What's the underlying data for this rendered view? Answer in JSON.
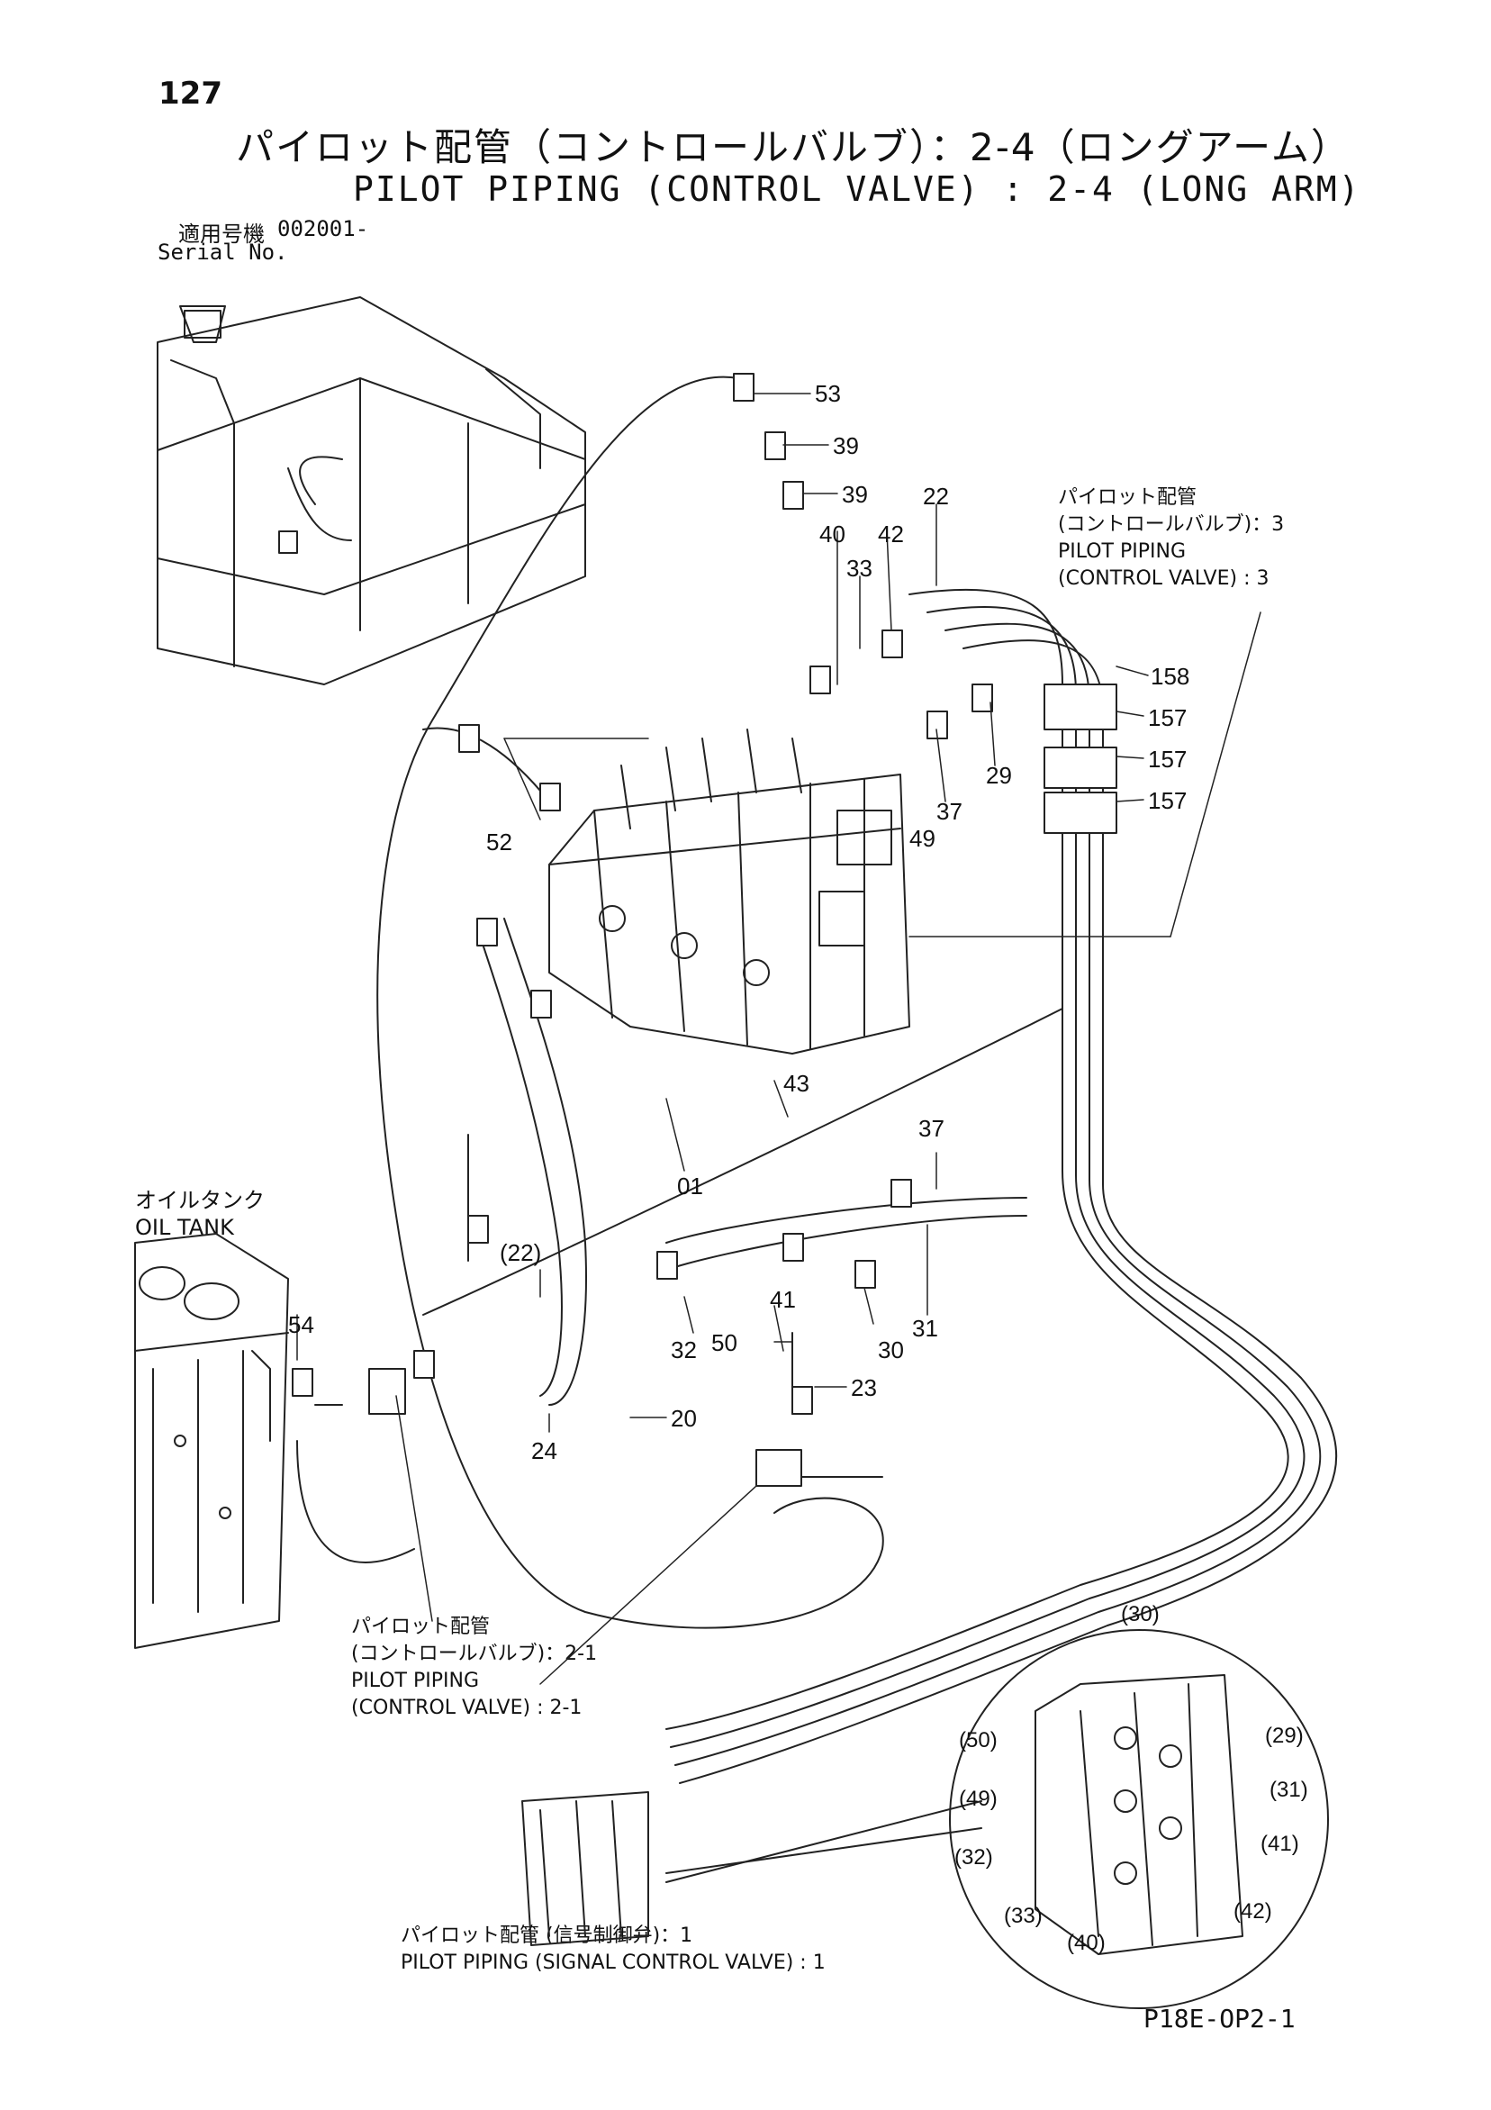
{
  "header": {
    "page_number": "127",
    "title_jp": "パイロット配管（コントロールバルブ）：2-4（ロングアーム）",
    "title_en": "PILOT PIPING (CONTROL VALVE) : 2-4 (LONG ARM)",
    "serial_label_jp": "適用号機",
    "serial_value": "002001-",
    "serial_label_en": "Serial No."
  },
  "notes": {
    "ref_control_valve_3": {
      "jp": "パイロット配管",
      "jp2": "(コントロールバルブ)：3",
      "en": "PILOT PIPING",
      "en2": "(CONTROL VALVE) : 3"
    },
    "oil_tank": {
      "jp": "オイルタンク",
      "en": "OIL TANK"
    },
    "ref_control_valve_2_1": {
      "jp": "パイロット配管",
      "jp2": "(コントロールバルブ)：2-1",
      "en": "PILOT PIPING",
      "en2": "(CONTROL VALVE) : 2-1"
    },
    "ref_signal_valve_1": {
      "jp": "パイロット配管 (信号制御弁)：1",
      "en": "PILOT PIPING (SIGNAL CONTROL VALVE) : 1"
    }
  },
  "callouts": {
    "c53": "53",
    "c39a": "39",
    "c39b": "39",
    "c22": "22",
    "c40": "40",
    "c42": "42",
    "c33": "33",
    "c158": "158",
    "c157a": "157",
    "c157b": "157",
    "c157c": "157",
    "c29": "29",
    "c37a": "37",
    "c49": "49",
    "c52": "52",
    "c43": "43",
    "c37b": "37",
    "c01": "01",
    "c22p": "(22)",
    "c54": "54",
    "c41": "41",
    "c32": "32",
    "c50": "50",
    "c30": "30",
    "c31": "31",
    "c23": "23",
    "c24": "24",
    "c20": "20"
  },
  "detail_callouts": {
    "d30": "(30)",
    "d50": "(50)",
    "d29": "(29)",
    "d31": "(31)",
    "d49": "(49)",
    "d41": "(41)",
    "d32": "(32)",
    "d42": "(42)",
    "d33": "(33)",
    "d40": "(40)"
  },
  "footer": {
    "code": "P18E-OP2-1"
  }
}
